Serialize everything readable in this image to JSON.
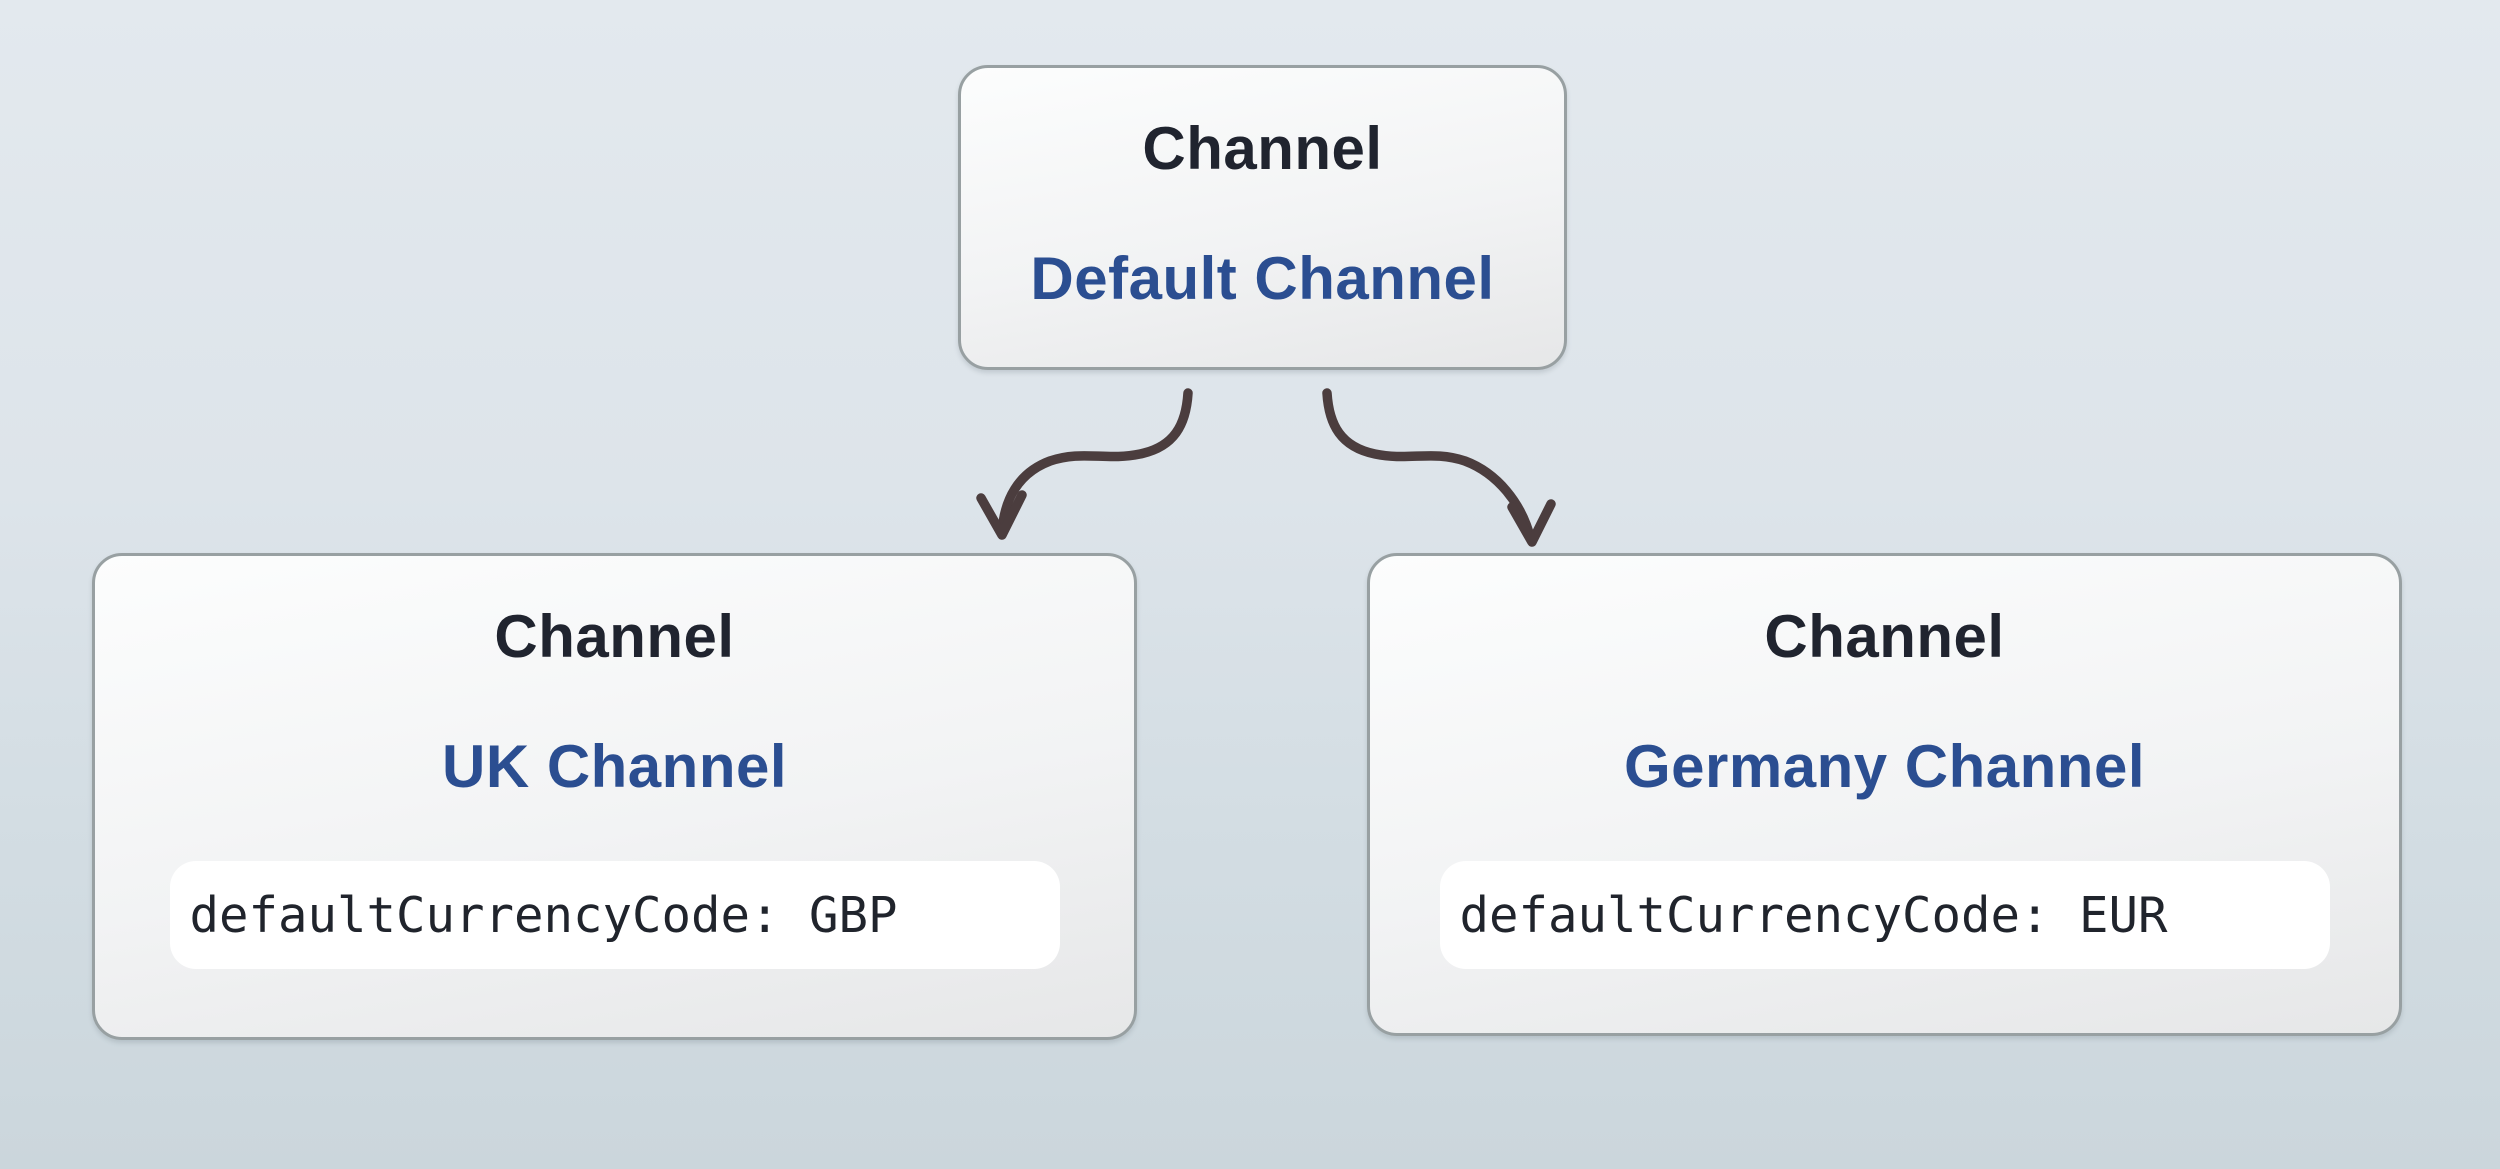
{
  "diagram": {
    "parent": {
      "type_label": "Channel",
      "name": "Default Channel"
    },
    "children": [
      {
        "type_label": "Channel",
        "name": "UK Channel",
        "attribute": "defaultCurrencyCode: GBP"
      },
      {
        "type_label": "Channel",
        "name": "Germany Channel",
        "attribute": "defaultCurrencyCode: EUR"
      }
    ],
    "edges": [
      {
        "from": "Default Channel",
        "to": "UK Channel"
      },
      {
        "from": "Default Channel",
        "to": "Germany Channel"
      }
    ],
    "colors": {
      "node_type": "#20242f",
      "node_name": "#2b4e91",
      "node_border": "#98a0a2",
      "edge": "#4b3d3e"
    }
  }
}
